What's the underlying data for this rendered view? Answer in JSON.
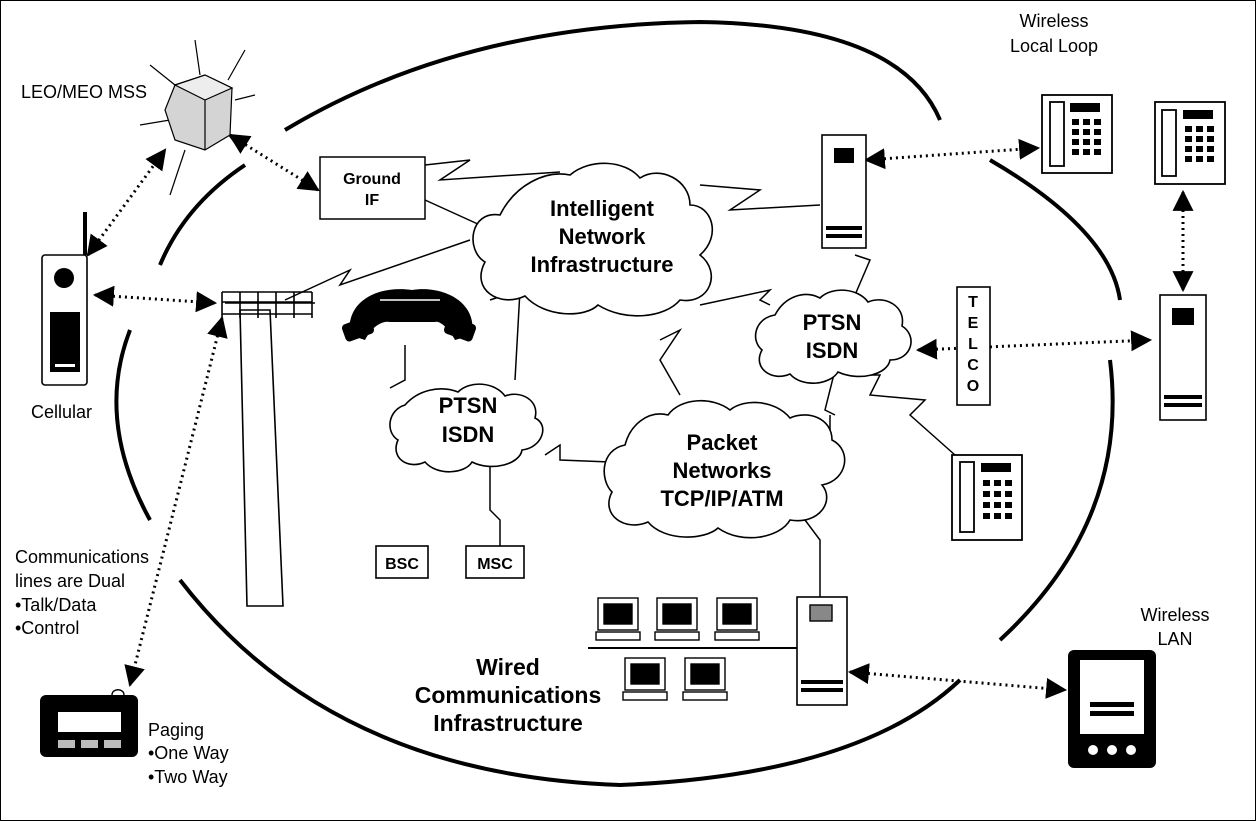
{
  "satellite_label": "LEO/MEO MSS",
  "wll_label": [
    "Wireless",
    "Local Loop"
  ],
  "ground_if": [
    "Ground",
    "IF"
  ],
  "intelligent": [
    "Intelligent",
    "Network",
    "Infrastructure"
  ],
  "ptsn_right": [
    "PTSN",
    "ISDN"
  ],
  "ptsn_left": [
    "PTSN",
    "ISDN"
  ],
  "packet": [
    "Packet",
    "Networks",
    "TCP/IP/ATM"
  ],
  "telco": [
    "T",
    "E",
    "L",
    "C",
    "O"
  ],
  "cellular": "Cellular",
  "comm_note": [
    "Communications",
    "lines are Dual",
    "•Talk/Data",
    "•Control"
  ],
  "bsc": "BSC",
  "msc": "MSC",
  "wired": [
    "Wired",
    "Communications",
    "Infrastructure"
  ],
  "paging": [
    "Paging",
    "•One Way",
    "•Two Way"
  ],
  "wlan": [
    "Wireless",
    "LAN"
  ]
}
